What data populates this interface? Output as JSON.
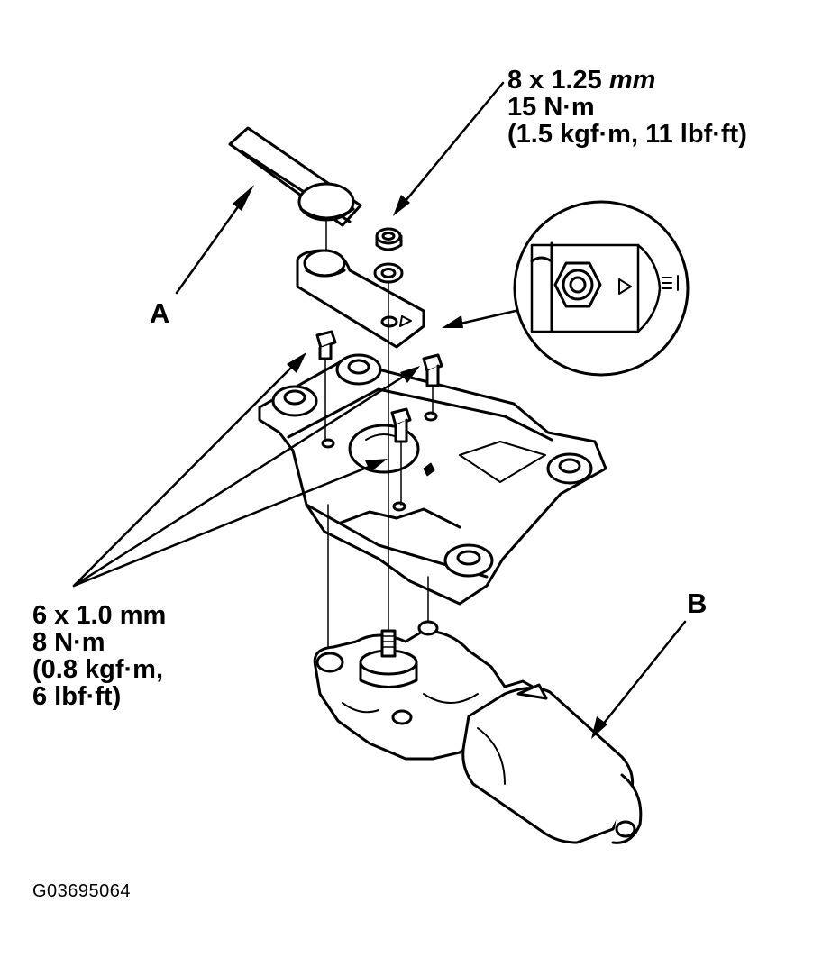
{
  "callouts": {
    "nut": {
      "size_prefix": "8 x 1.25 ",
      "size_unit": "mm",
      "torque_nm": "15 N·m",
      "torque_alt": "(1.5 kgf·m, 11 lbf·ft)"
    },
    "bolts": {
      "size": "6 x 1.0 mm",
      "torque_nm": "8 N·m",
      "torque_alt_1": "(0.8 kgf·m,",
      "torque_alt_2": "6 lbf·ft)"
    }
  },
  "labels": {
    "a": "A",
    "b": "B"
  },
  "figure_code": "G03695064",
  "colors": {
    "line": "#000000",
    "paper": "#ffffff"
  }
}
